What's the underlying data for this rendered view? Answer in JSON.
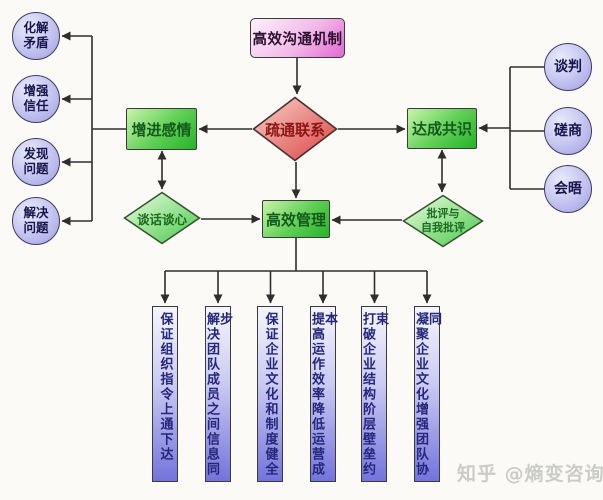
{
  "diagram": {
    "nodes": {
      "title_box": "高效沟通机制",
      "hub_diamond": "疏通联系",
      "emotion_box": "增进感情",
      "consensus_box": "达成共识",
      "manage_box": "高效管理",
      "talk_diamond": "谈话谈心",
      "criticism_diamond": {
        "line1": "批评与",
        "line2": "自我批评"
      },
      "left_circles": [
        {
          "line1": "化解",
          "line2": "矛盾"
        },
        {
          "line1": "增强",
          "line2": "信任"
        },
        {
          "line1": "发现",
          "line2": "问题"
        },
        {
          "line1": "解决",
          "line2": "问题"
        }
      ],
      "right_circles": [
        "谈判",
        "磋商",
        "会晤"
      ],
      "bottom_columns": [
        "保证组织指令上通下达",
        "解决团队成员之间信息同步",
        "保证企业文化和制度健全",
        "提高运作效率降低运营成本",
        "打破企业结构阶层壁垒约束",
        "凝聚企业文化增强团队协同"
      ]
    },
    "watermark": "知乎 @熵变咨询",
    "colors": {
      "pink_gradient_start": "#fdf1fc",
      "pink_gradient_end": "#e168d2",
      "red_gradient_start": "#f9d2cb",
      "red_gradient_end": "#dc4040",
      "green_gradient_start": "#c9f3ab",
      "green_gradient_end": "#27b32b",
      "light_green_start": "#eefde4",
      "light_green_end": "#46c846",
      "circle_start": "#eaeafb",
      "circle_end": "#9e9ee2",
      "column_start": "#f5f5fd",
      "column_end": "#7373dc",
      "arrow": "#2e2e2e"
    }
  }
}
